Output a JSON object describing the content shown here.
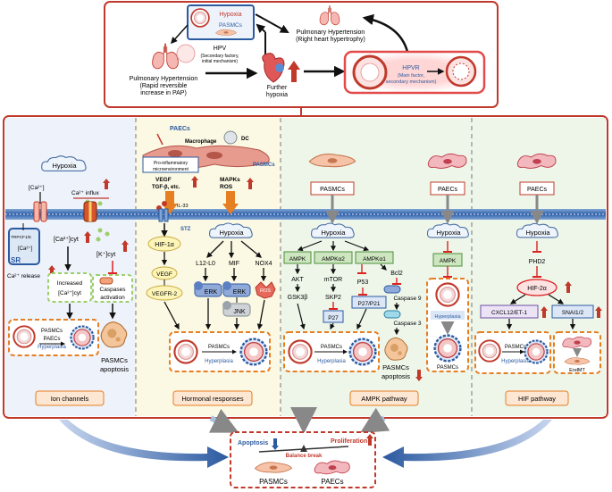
{
  "top": {
    "hypoxia": "Hypoxia",
    "pasmcs": "PASMCs",
    "hpv": "HPV",
    "hpv_sub1": "(Secondary factory,",
    "hpv_sub2": "initial mechanism)",
    "ph1_1": "Pulmonary Hypertension",
    "ph1_2": "(Rapid reversible",
    "ph1_3": "increase in PAP)",
    "further1": "Further",
    "further2": "hypoxia",
    "ph2_1": "Pulmonary Hypertension",
    "ph2_2": "(Right heart hypertrophy)",
    "hpvr": "HPVR",
    "hpvr_sub1": "(Main factor,",
    "hpvr_sub2": "secondary mechanism)"
  },
  "p1": {
    "hypoxia": "Hypoxia",
    "ca": "[Ca²⁺]",
    "ca_influx": "Ca²⁺ influx",
    "ca_cyt": "[Ca²⁺]cyt",
    "trpcf": "TRPCF1/6",
    "sr_ca": "[Ca²⁺]",
    "sr": "SR",
    "ca_release": "Ca²⁺ release",
    "k_cyt": "[K⁺]cyt",
    "inc1": "Increased",
    "inc2": "[Ca²⁺]cyt",
    "casp1": "Caspases",
    "casp2": "activation",
    "pasmcs": "PASMCs",
    "paecs": "PAECs",
    "hyper": "Hyperplasia",
    "apop1": "PASMCs",
    "apop2": "apoptosis",
    "title": "Ion channels"
  },
  "p2": {
    "paecs": "PAECs",
    "macrophage": "Macrophage",
    "dc": "DC",
    "pasmcs_tag": "PASMCs",
    "micro1": "Pro-inflammatory",
    "micro2": "microenvironment",
    "vegf": "VEGF",
    "tgf": "TGF-β, etc.",
    "mapks": "MAPKs",
    "ros": "ROS",
    "il33": "IL-33",
    "stz": "STZ",
    "hypoxia": "Hypoxia",
    "hif": "HIF-1α",
    "l12": "L12-L0",
    "mif": "MIF",
    "nox4": "NOX4",
    "erk1": "ERK",
    "erk2": "ERK",
    "jnk": "JNK",
    "ros2": "ROS",
    "vegf2": "VEGF",
    "vegfr": "VEGFR-2",
    "pasmcs": "PASMCs",
    "hyper": "Hyperplasia",
    "title": "Hormonal responses"
  },
  "p3": {
    "pasmcs": "PASMCs",
    "hypoxia": "Hypoxia",
    "ampk": "AMPK",
    "ampka2": "AMPKα2",
    "ampka1": "AMPKα1",
    "akt": "AKT",
    "mtor": "mTOR",
    "p53": "P53",
    "bcl2": "Bcl2",
    "gsk": "GSK3β",
    "skp2": "SKP2",
    "p27p21": "P27/P21",
    "casp9": "Caspase 9",
    "p27": "P27",
    "casp3": "Caspase 3",
    "cells": "PASMCs",
    "hyper": "Hyperplasia",
    "apop1": "PASMCs",
    "apop2": "apoptosis",
    "paecs": "PAECs",
    "hypoxia2": "Hypoxia",
    "ampk2": "AMPK",
    "hyper2": "Hyperplasia",
    "pasmcs2": "PASMCs",
    "title": "AMPK pathway"
  },
  "p4": {
    "paecs": "PAECs",
    "hypoxia": "Hypoxia",
    "phd2": "PHD2",
    "hif": "HIF-2α",
    "cxcl": "CXCL12/ET-1",
    "snai": "SNAI1/2",
    "pasmcs": "PASMCs",
    "hyper": "Hyperplasia",
    "endmt": "EndMT",
    "title": "HIF pathway"
  },
  "bottom": {
    "apoptosis": "Apoptosis",
    "proliferation": "Proliferation",
    "balance": "Balance break",
    "pasmcs": "PASMCs",
    "paecs": "PAECs"
  }
}
